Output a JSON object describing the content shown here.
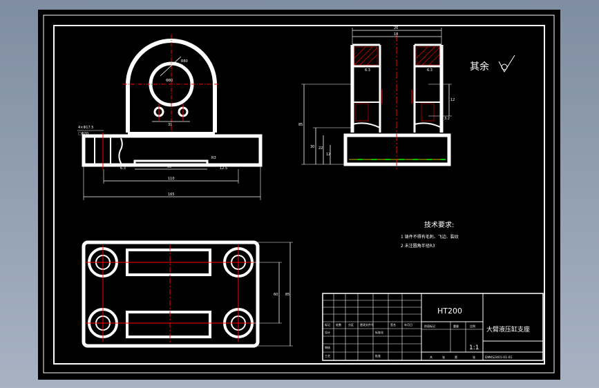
{
  "drawing": {
    "surface_roughness_note": "其余",
    "tech_requirements": {
      "title": "技术要求:",
      "items": [
        "1 铸件不得有毛刺、飞边、裂纹",
        "2 未注圆角半径R3"
      ]
    },
    "front_view": {
      "dims": {
        "bore": "Φ80",
        "top_radius": "R80",
        "hole_spacing": "31",
        "hole_label": "4×Φ17.5",
        "hole_cb": "□Φ20",
        "base_inner": "60",
        "base_mid": "110",
        "base_total": "165",
        "r_bottom": "R3",
        "rough_a": "6.3",
        "rough_b": "12.5"
      }
    },
    "side_view": {
      "dims": {
        "top_width": "26",
        "slot_width": "18",
        "height_total": "85",
        "h1": "30",
        "h2": "22",
        "h3": "12",
        "right_small": "12",
        "right_note": "3.2",
        "rough_a": "6.3",
        "rough_b": "6.3"
      }
    },
    "top_view": {
      "dims": {
        "inner_height": "60",
        "outer_height": "85"
      }
    },
    "title_block": {
      "material": "HT200",
      "part_name": "大臂液压缸支座",
      "scale": "1:1",
      "drawing_number": "DMKS2401-01-01",
      "header_labels": [
        "标记",
        "处数",
        "分区",
        "更改文件号",
        "签名",
        "年月日"
      ],
      "row_labels": [
        "设计",
        "审核",
        "工艺"
      ],
      "mid_labels": [
        "标准化",
        "批准"
      ],
      "right_labels": [
        "阶段标记",
        "重量",
        "比例"
      ],
      "sheet_labels": [
        "共",
        "张",
        "第",
        "张"
      ]
    },
    "colors": {
      "background": "#000000",
      "line": "#ffffff",
      "center_line": "#ff0000",
      "hatch_pattern": "#ff0000",
      "green_line": "#00ff00"
    }
  }
}
